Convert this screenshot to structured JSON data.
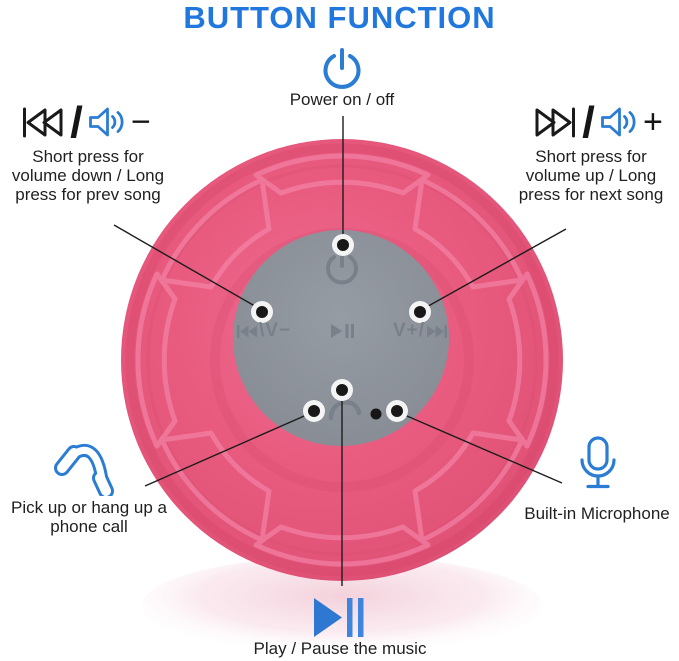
{
  "title": "BUTTON FUNCTION",
  "annotations": {
    "power": {
      "label": "Power on / off"
    },
    "volume_down": {
      "slash": "/",
      "minus": "−",
      "lines": [
        "Short press for",
        "volume down / Long",
        "press for prev song"
      ]
    },
    "volume_up": {
      "slash": "/",
      "plus": "+",
      "lines": [
        "Short press for",
        "volume up / Long",
        "press for next song"
      ]
    },
    "phone": {
      "lines": [
        "Pick up or hang up a",
        "phone call"
      ]
    },
    "microphone": {
      "label": "Built-in Microphone"
    },
    "play": {
      "label": "Play / Pause the music"
    }
  },
  "panel": {
    "left_label": "\\V−",
    "right_label": "V+/"
  },
  "colors": {
    "title_blue": "#2077dd",
    "icon_blue": "#2b7cd3",
    "speaker_pink": "#e85a7e",
    "speaker_pink_dark": "#d5466b",
    "speaker_pink_light": "#f58bae",
    "panel_gray": "#8e939a",
    "panel_glyph_gray": "#79808a",
    "callout_black": "#1c1c1c"
  }
}
